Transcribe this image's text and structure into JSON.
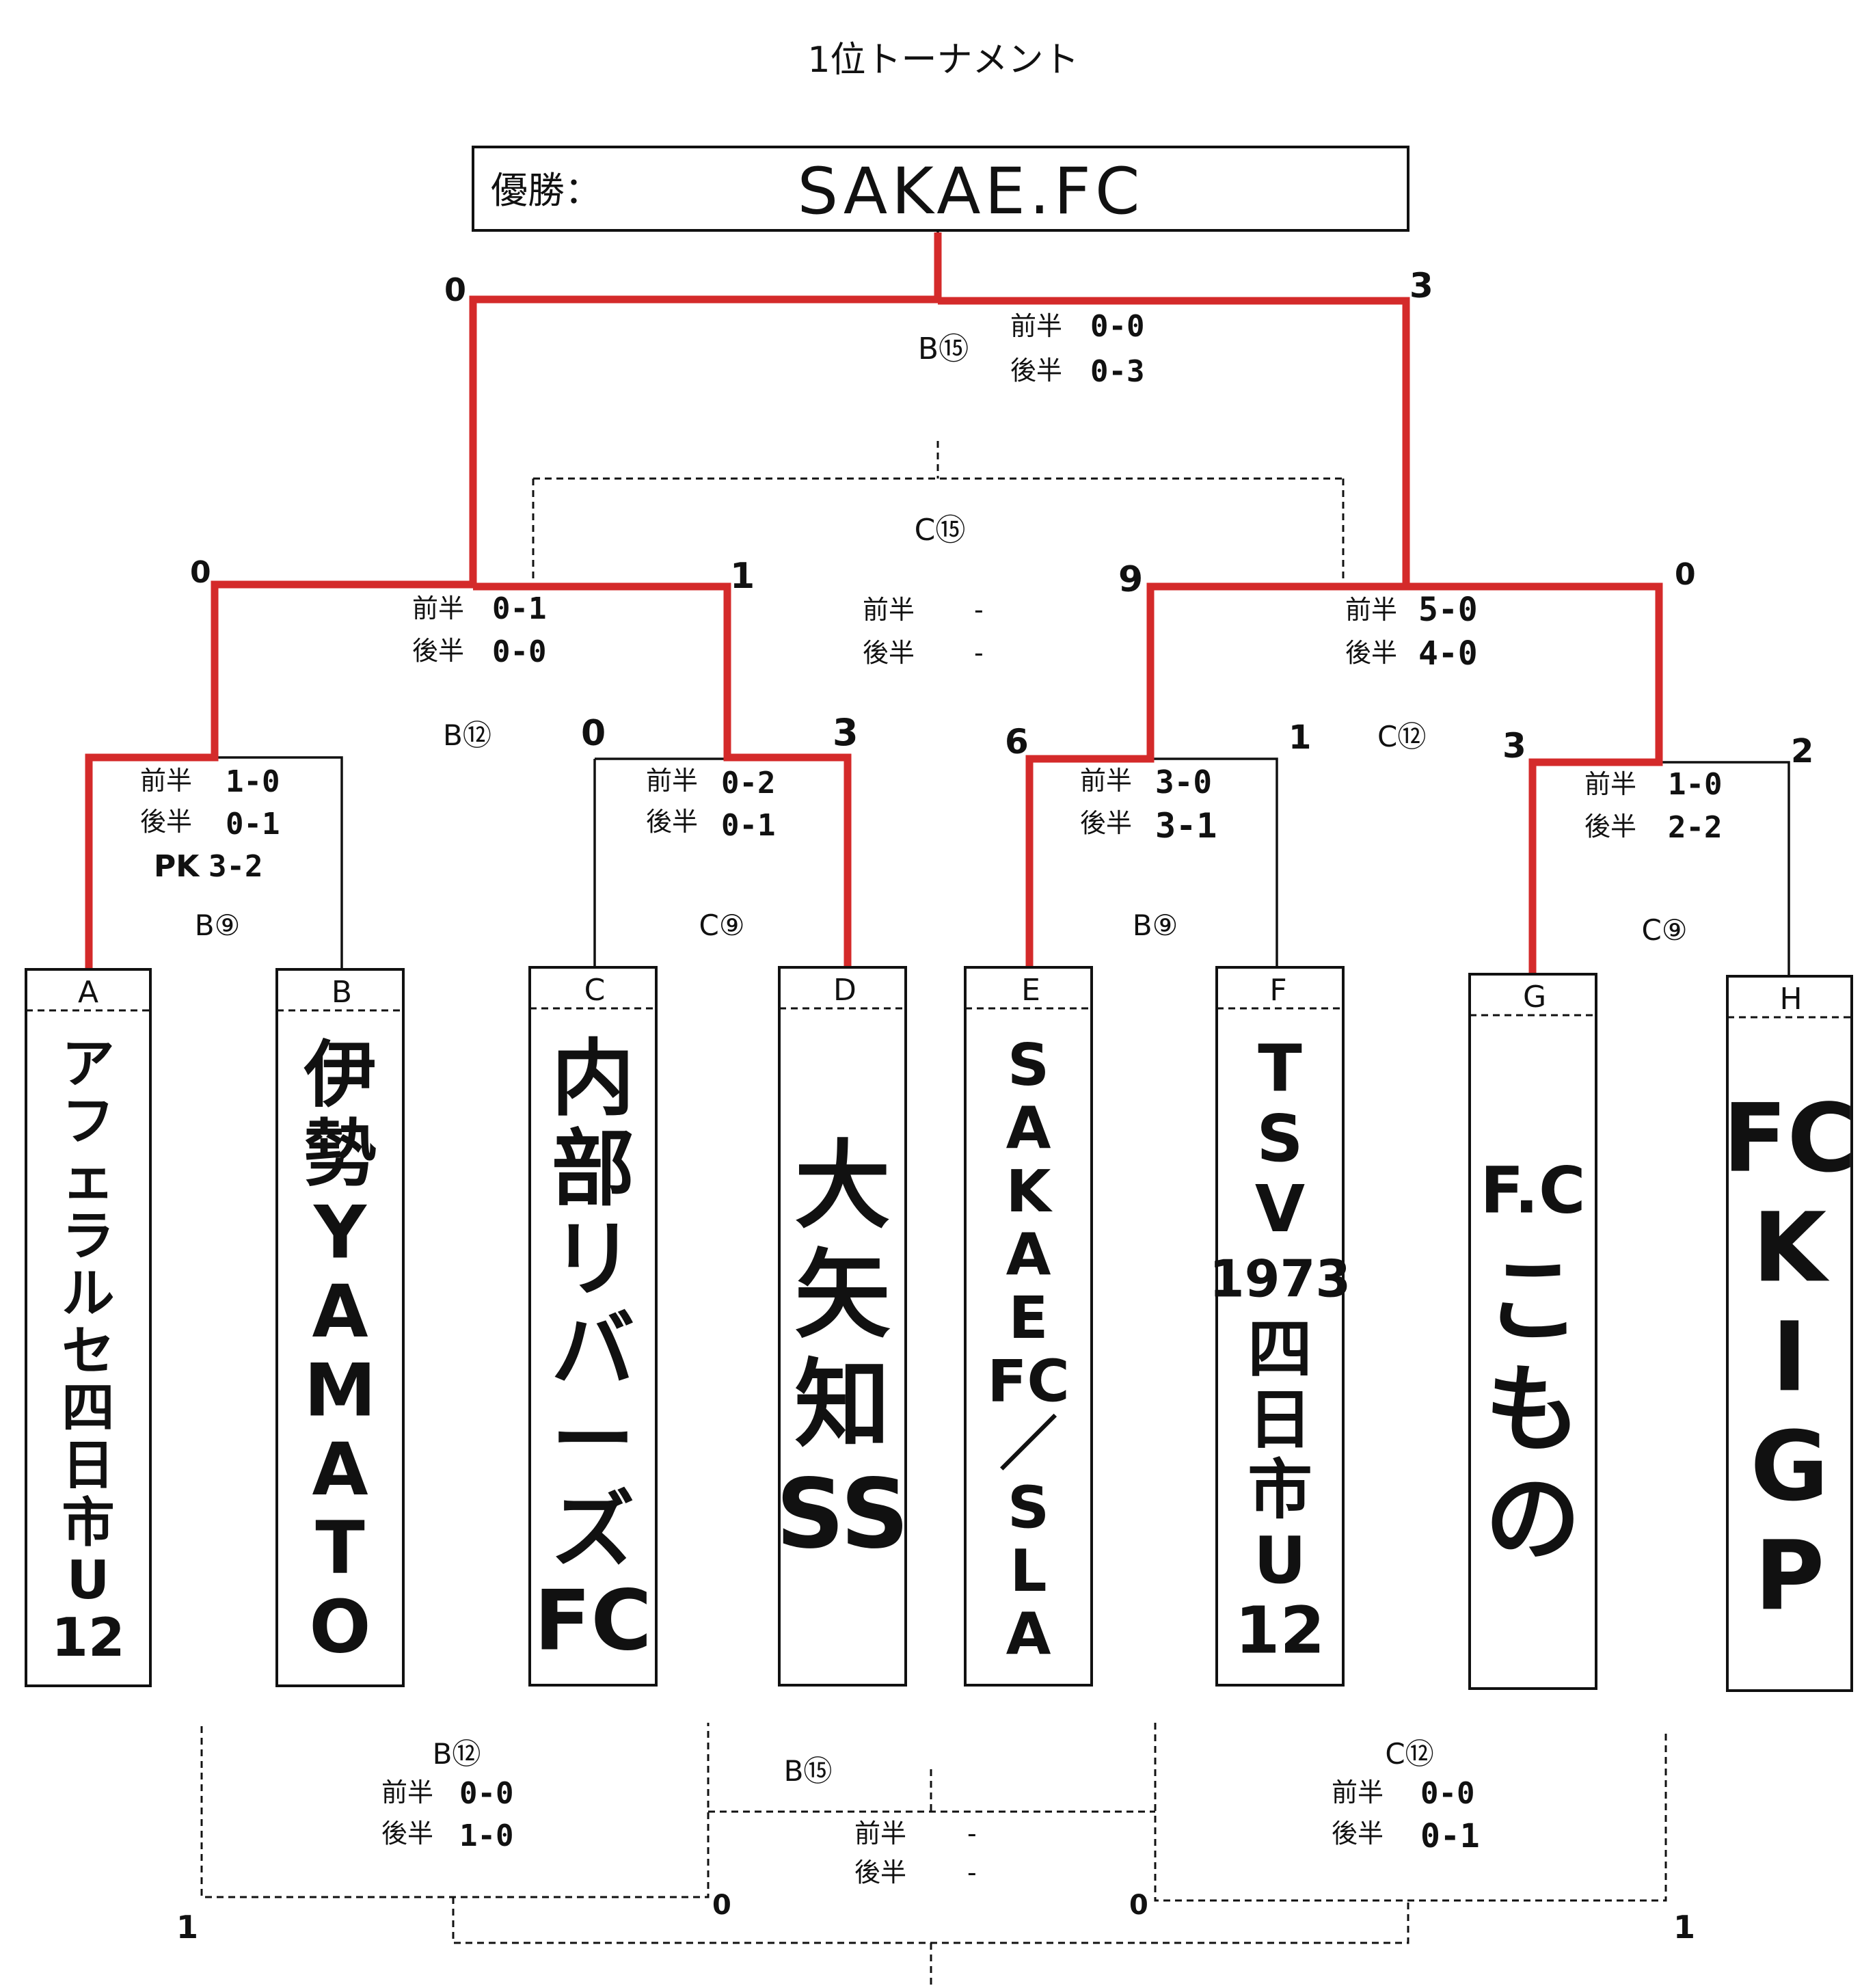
{
  "title": "1位トーナメント",
  "champion": {
    "label": "優勝：",
    "name": "SAKAE.FC"
  },
  "teams": [
    {
      "letter": "A",
      "name": [
        "ア",
        "フ",
        "ェ",
        "ラ",
        "ル",
        "セ",
        "四",
        "日",
        "市",
        "U",
        "12"
      ]
    },
    {
      "letter": "B",
      "name": [
        "伊",
        "勢",
        "Y",
        "A",
        "M",
        "A",
        "T",
        "O"
      ]
    },
    {
      "letter": "C",
      "name": [
        "内",
        "部",
        "リ",
        "バ",
        "ー",
        "ズ",
        "FC"
      ]
    },
    {
      "letter": "D",
      "name": [
        "大",
        "矢",
        "知",
        "SS"
      ]
    },
    {
      "letter": "E",
      "name": [
        "S",
        "A",
        "K",
        "A",
        "E",
        "FC",
        "／",
        "S",
        "L",
        "A"
      ]
    },
    {
      "letter": "F",
      "name": [
        "T",
        "S",
        "V",
        "1973",
        "四",
        "日",
        "市",
        "U",
        "12"
      ]
    },
    {
      "letter": "G",
      "name": [
        "F.C",
        "こ",
        "も",
        "の"
      ]
    },
    {
      "letter": "H",
      "name": [
        "FC",
        "K",
        "I",
        "G",
        "P"
      ]
    }
  ],
  "half_labels": {
    "first": "前半",
    "second": "後半",
    "pk": "PK"
  },
  "round1": [
    {
      "court": "B⑨",
      "first": "1-0",
      "second": "0-1",
      "pk": "3-2",
      "score_left": "",
      "score_right": ""
    },
    {
      "court": "C⑨",
      "first": "0-2",
      "second": "0-1",
      "pk": "",
      "score_left": "0",
      "score_right": "3"
    },
    {
      "court": "B⑨",
      "first": "3-0",
      "second": "3-1",
      "pk": "",
      "score_left": "6",
      "score_right": "1"
    },
    {
      "court": "C⑨",
      "first": "1-0",
      "second": "2-2",
      "pk": "",
      "score_left": "3",
      "score_right": "2"
    }
  ],
  "round2": [
    {
      "court": "B⑫",
      "first": "0-1",
      "second": "0-0",
      "score_left": "0",
      "score_right": "1"
    },
    {
      "court": "C⑫",
      "first": "5-0",
      "second": "4-0",
      "score_left": "9",
      "score_right": "0"
    }
  ],
  "final": {
    "court": "B⑮",
    "first": "0-0",
    "second": "0-3",
    "score_left": "0",
    "score_right": "3"
  },
  "third_place": {
    "court": "C⑮",
    "first": "-",
    "second": "-"
  },
  "lower": {
    "left": {
      "court": "B⑫",
      "first": "0-0",
      "second": "1-0",
      "score_left": "1",
      "score_right": "0"
    },
    "center": {
      "court": "B⑮",
      "first": "-",
      "second": "-"
    },
    "right": {
      "court": "C⑫",
      "first": "0-0",
      "second": "0-1",
      "score_left": "0",
      "score_right": "1"
    }
  },
  "colors": {
    "winner_path": "#d42a2a",
    "lines": "#111111"
  }
}
